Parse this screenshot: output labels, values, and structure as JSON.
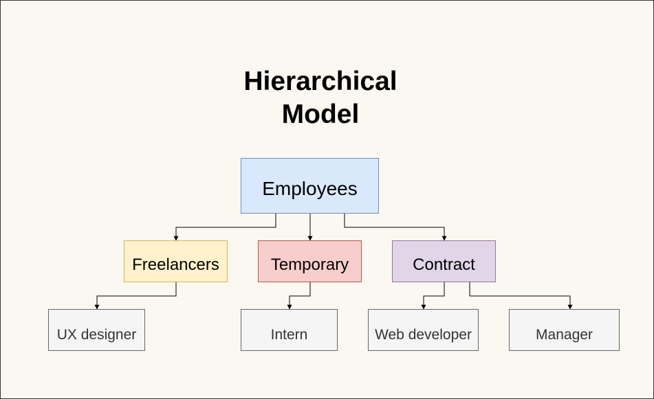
{
  "title_line1": "Hierarchical",
  "title_line2": "Model",
  "colors": {
    "background": "#faf8f0",
    "root_fill": "#dae8fc",
    "root_stroke": "#6c8ebf",
    "freelancers_fill": "#fff2cc",
    "freelancers_stroke": "#d6b656",
    "temporary_fill": "#f8cecc",
    "temporary_stroke": "#b85450",
    "contract_fill": "#e1d5e7",
    "contract_stroke": "#9673a6",
    "leaf_fill": "#f5f5f5",
    "leaf_stroke": "#666666",
    "edge": "#000000"
  },
  "nodes": {
    "employees": "Employees",
    "freelancers": "Freelancers",
    "temporary": "Temporary",
    "contract": "Contract",
    "ux_designer": "UX designer",
    "intern": "Intern",
    "web_developer": "Web developer",
    "manager": "Manager"
  },
  "edges": [
    {
      "from": "employees",
      "to": "freelancers"
    },
    {
      "from": "employees",
      "to": "temporary"
    },
    {
      "from": "employees",
      "to": "contract"
    },
    {
      "from": "freelancers",
      "to": "ux_designer"
    },
    {
      "from": "temporary",
      "to": "intern"
    },
    {
      "from": "contract",
      "to": "web_developer"
    },
    {
      "from": "contract",
      "to": "manager"
    }
  ]
}
